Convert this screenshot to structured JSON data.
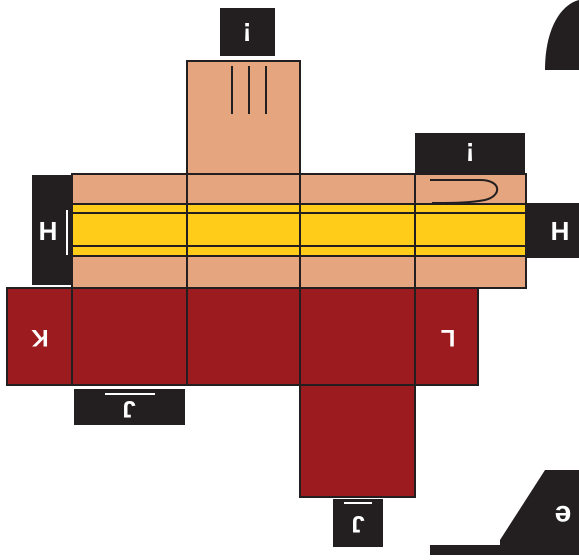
{
  "colors": {
    "skin": "#E5A67F",
    "stripe": "#FFCC1A",
    "red": "#9C1B1F",
    "tab": "#231F20",
    "outline": "#231F20",
    "label_text": "#FFFFFF"
  },
  "icons": {
    "fold_curve": "fold-curve-icon",
    "finger_lines": "finger-lines-icon"
  },
  "labels": {
    "top_tab": "!",
    "right_top_tab": "!",
    "left_tab": "H",
    "right_tab": "H",
    "red_left": "K",
    "red_right": "L",
    "bottom_tab_left": "J",
    "bottom_tab_right": "J",
    "corner_letter": "e"
  }
}
